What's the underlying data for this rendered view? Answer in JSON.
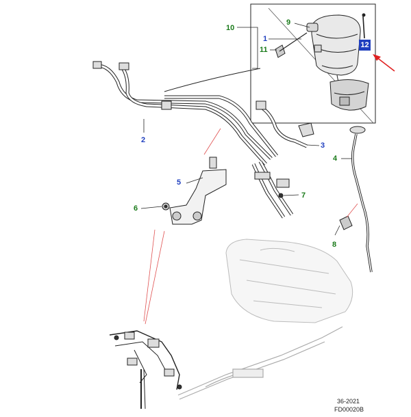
{
  "callouts": {
    "c1": "1",
    "c2": "2",
    "c3": "3",
    "c4": "4",
    "c5": "5",
    "c6": "6",
    "c7": "7",
    "c8": "8",
    "c9": "9",
    "c10": "10",
    "c11": "11",
    "c12": "12"
  },
  "footer": {
    "page_ref": "36-2021",
    "figure_code": "FD00020B"
  },
  "colors": {
    "callout_green": "#1a7a1a",
    "callout_blue": "#1f3fbf",
    "highlight_box": "#1f3fbf",
    "pointer_arrow": "#e02020",
    "leader_lines": "#e05050"
  }
}
